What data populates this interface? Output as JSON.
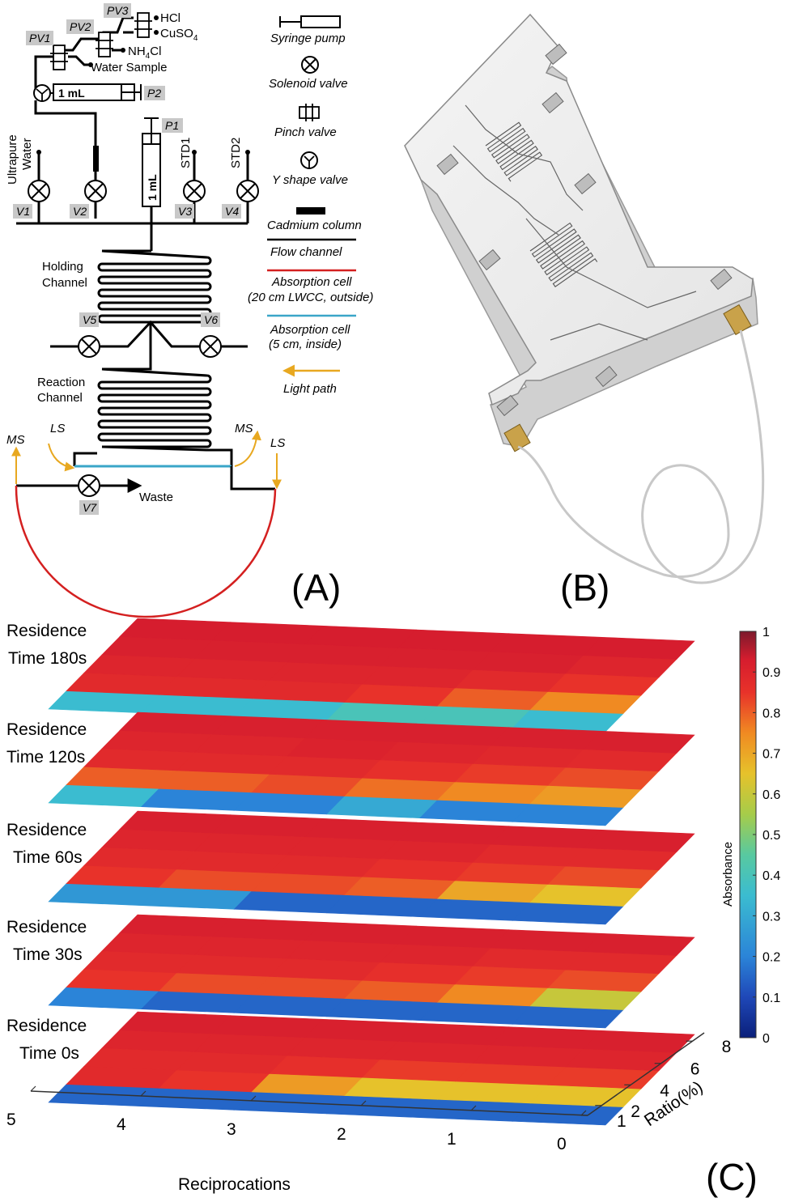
{
  "panelA": {
    "label": "(A)",
    "reagents": {
      "hcl": "HCl",
      "cuso4": "CuSO",
      "cuso4_sub": "4",
      "nh4cl_a": "NH",
      "nh4cl_sub": "4",
      "nh4cl_b": "Cl",
      "water_sample": "Water Sample"
    },
    "syringe_volume": "1 mL",
    "tags": {
      "pv1": "PV1",
      "pv2": "PV2",
      "pv3": "PV3",
      "p1": "P1",
      "p2": "P2",
      "v1": "V1",
      "v2": "V2",
      "v3": "V3",
      "v4": "V4",
      "v5": "V5",
      "v6": "V6",
      "v7": "V7"
    },
    "inlets": {
      "ultrapure_1": "Ultrapure",
      "ultrapure_2": "Water",
      "std1": "STD1",
      "std2": "STD2"
    },
    "holding_1": "Holding",
    "holding_2": "Channel",
    "reaction_1": "Reaction",
    "reaction_2": "Channel",
    "waste": "Waste",
    "ms": "MS",
    "ls": "LS",
    "legend": [
      "Syringe pump",
      "Solenoid valve",
      "Pinch valve",
      "Y shape valve",
      "Cadmium column",
      "Flow channel",
      "Absorption cell",
      "(20 cm LWCC, outside)",
      "Absorption cell",
      "(5 cm, inside)",
      "Light path"
    ],
    "colors": {
      "lwcc": "#d42020",
      "inside_cell": "#3aa6c8",
      "light": "#e8a820"
    }
  },
  "panelB": {
    "label": "(B)"
  },
  "panelC": {
    "label": "(C)",
    "layer_labels": [
      [
        "Residence",
        "Time 180s"
      ],
      [
        "Residence",
        "Time 120s"
      ],
      [
        "Residence",
        "Time 60s"
      ],
      [
        "Residence",
        "Time 30s"
      ],
      [
        "Residence",
        "Time 0s"
      ]
    ],
    "x_axis_label": "Reciprocations",
    "x_ticks": [
      "5",
      "4",
      "3",
      "2",
      "1",
      "0"
    ],
    "y_axis_label": "Ratio(%)",
    "y_ticks": [
      "1",
      "2",
      "4",
      "6",
      "8"
    ],
    "colorbar_label": "Absorbance",
    "colorbar_ticks": [
      "0",
      "0.1",
      "0.2",
      "0.3",
      "0.4",
      "0.5",
      "0.6",
      "0.7",
      "0.8",
      "0.9",
      "1"
    ],
    "colorbar_colors": [
      "#0a1f7a",
      "#1f48b8",
      "#2b84d8",
      "#3bbcd0",
      "#58c9a0",
      "#a6cc4a",
      "#e6c22b",
      "#f08a22",
      "#e8322a",
      "#d61d2e",
      "#7d1a2c"
    ]
  },
  "chart_data": {
    "type": "heatmap",
    "x_label": "Reciprocations",
    "y_label": "Ratio(%)",
    "z_label": "Absorbance",
    "x": [
      5,
      4,
      3,
      2,
      1,
      0
    ],
    "y": [
      1,
      2,
      4,
      6,
      8
    ],
    "zlim": [
      0,
      1
    ],
    "layers": [
      {
        "name": "Residence Time 180s",
        "values": [
          [
            0.35,
            0.35,
            0.35,
            0.4,
            0.4,
            0.35
          ],
          [
            0.88,
            0.88,
            0.88,
            0.85,
            0.8,
            0.75
          ],
          [
            0.9,
            0.9,
            0.9,
            0.9,
            0.88,
            0.85
          ],
          [
            0.92,
            0.92,
            0.92,
            0.92,
            0.92,
            0.9
          ],
          [
            0.93,
            0.93,
            0.93,
            0.93,
            0.93,
            0.93
          ]
        ]
      },
      {
        "name": "Residence Time 120s",
        "values": [
          [
            0.35,
            0.2,
            0.2,
            0.3,
            0.2,
            0.2
          ],
          [
            0.8,
            0.8,
            0.82,
            0.78,
            0.75,
            0.72
          ],
          [
            0.88,
            0.88,
            0.88,
            0.86,
            0.84,
            0.82
          ],
          [
            0.9,
            0.9,
            0.91,
            0.9,
            0.89,
            0.88
          ],
          [
            0.92,
            0.92,
            0.92,
            0.92,
            0.92,
            0.92
          ]
        ]
      },
      {
        "name": "Residence Time 60s",
        "values": [
          [
            0.25,
            0.25,
            0.15,
            0.15,
            0.15,
            0.15
          ],
          [
            0.85,
            0.82,
            0.82,
            0.8,
            0.7,
            0.65
          ],
          [
            0.88,
            0.88,
            0.88,
            0.86,
            0.84,
            0.82
          ],
          [
            0.9,
            0.9,
            0.9,
            0.9,
            0.88,
            0.88
          ],
          [
            0.92,
            0.92,
            0.92,
            0.92,
            0.92,
            0.92
          ]
        ]
      },
      {
        "name": "Residence Time 30s",
        "values": [
          [
            0.2,
            0.15,
            0.15,
            0.15,
            0.15,
            0.15
          ],
          [
            0.85,
            0.82,
            0.82,
            0.8,
            0.75,
            0.6
          ],
          [
            0.88,
            0.88,
            0.88,
            0.86,
            0.84,
            0.82
          ],
          [
            0.9,
            0.9,
            0.9,
            0.9,
            0.88,
            0.88
          ],
          [
            0.92,
            0.92,
            0.92,
            0.92,
            0.92,
            0.92
          ]
        ]
      },
      {
        "name": "Residence Time 0s",
        "values": [
          [
            0.15,
            0.15,
            0.15,
            0.15,
            0.15,
            0.15
          ],
          [
            0.88,
            0.85,
            0.72,
            0.65,
            0.65,
            0.65
          ],
          [
            0.88,
            0.88,
            0.86,
            0.84,
            0.84,
            0.84
          ],
          [
            0.9,
            0.9,
            0.9,
            0.9,
            0.9,
            0.9
          ],
          [
            0.92,
            0.92,
            0.92,
            0.92,
            0.92,
            0.92
          ]
        ]
      }
    ]
  }
}
